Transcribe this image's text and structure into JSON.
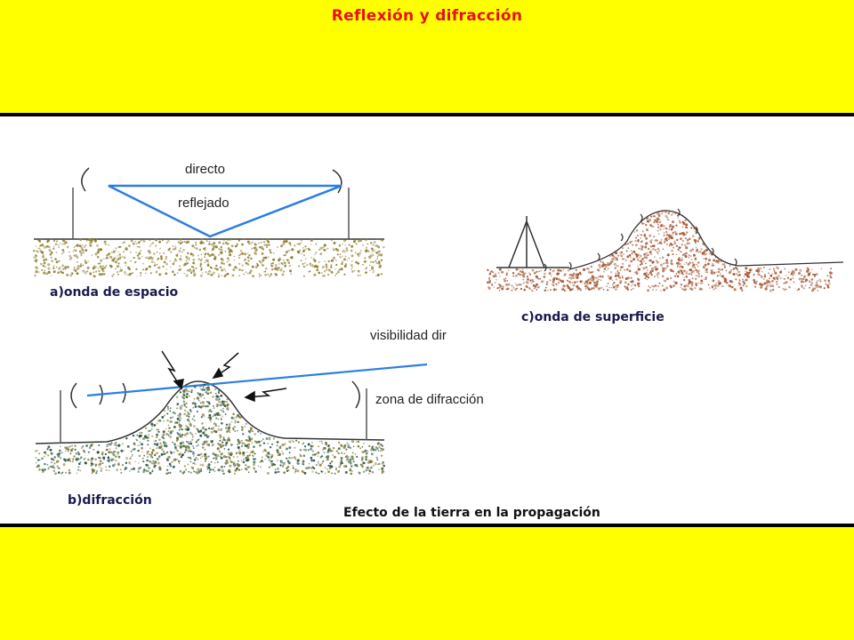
{
  "slide": {
    "title": "Reflexión y difracción"
  },
  "diagram": {
    "label_direct": "directo",
    "label_reflected": "reflejado",
    "caption_a": "a)onda de espacio",
    "caption_c": "c)onda de superficie",
    "label_visibility": "visibilidad dir",
    "label_diffraction_zone": "zona de difracción",
    "caption_b": "b)difracción",
    "caption_main": "Efecto de la tierra en la propagación",
    "colors": {
      "background": "#ffff00",
      "title": "#e8101c",
      "ray": "#2a7fe0",
      "ground_dots": "#8b7a2a",
      "hill_dots_c": "#a0522d",
      "hill_dots_b": "#1f4f3a"
    }
  }
}
